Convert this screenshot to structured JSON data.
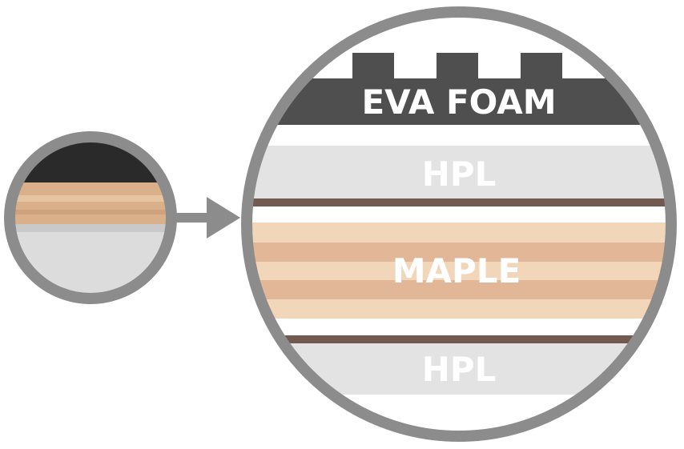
{
  "layers": [
    {
      "name": "eva-foam",
      "label": "EVA FOAM",
      "color": "#4f4f4f"
    },
    {
      "name": "hpl-top",
      "label": "HPL",
      "color": "#e3e3e3"
    },
    {
      "name": "maple",
      "label": "MAPLE",
      "color": "#f2d6b9"
    },
    {
      "name": "hpl-bottom",
      "label": "HPL",
      "color": "#e3e3e3"
    }
  ],
  "colors": {
    "ring": "#8c8c8c",
    "glue_line": "#735a50",
    "maple_light": "#f2d6b9",
    "maple_dark": "#e1b797",
    "foam": "#4f4f4f",
    "hpl": "#e3e3e3",
    "photo_top": "#2a2a2a",
    "photo_wood": "#d9b08a",
    "photo_bottom": "#dcdcdc"
  },
  "icons": {
    "arrow": "arrow-right-icon",
    "magnifier": "magnifier-circle"
  }
}
